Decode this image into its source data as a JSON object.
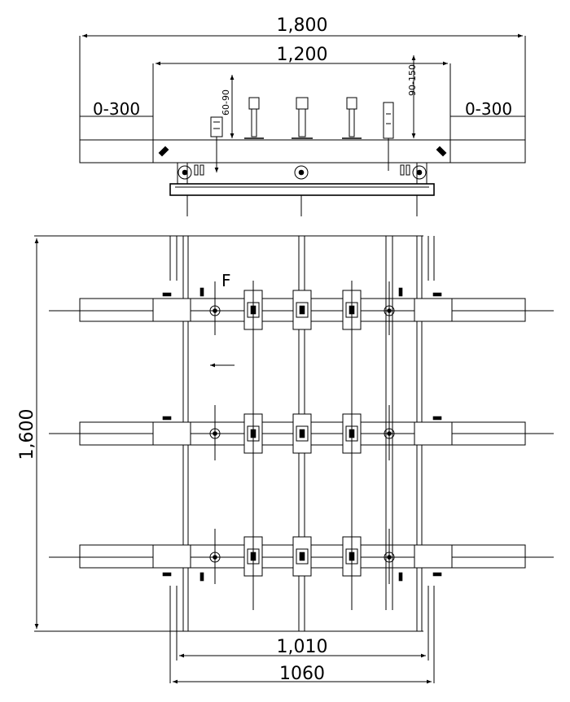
{
  "dimensions": {
    "overall_width": "1,800",
    "inner_width": "1,200",
    "left_adjust": "0-300",
    "right_adjust": "0-300",
    "left_height": "60-90",
    "right_height": "90-150",
    "overall_length": "1,600",
    "rail_width_inner": "1,010",
    "rail_width_outer": "1060"
  },
  "annotations": {
    "point_label": "F"
  }
}
